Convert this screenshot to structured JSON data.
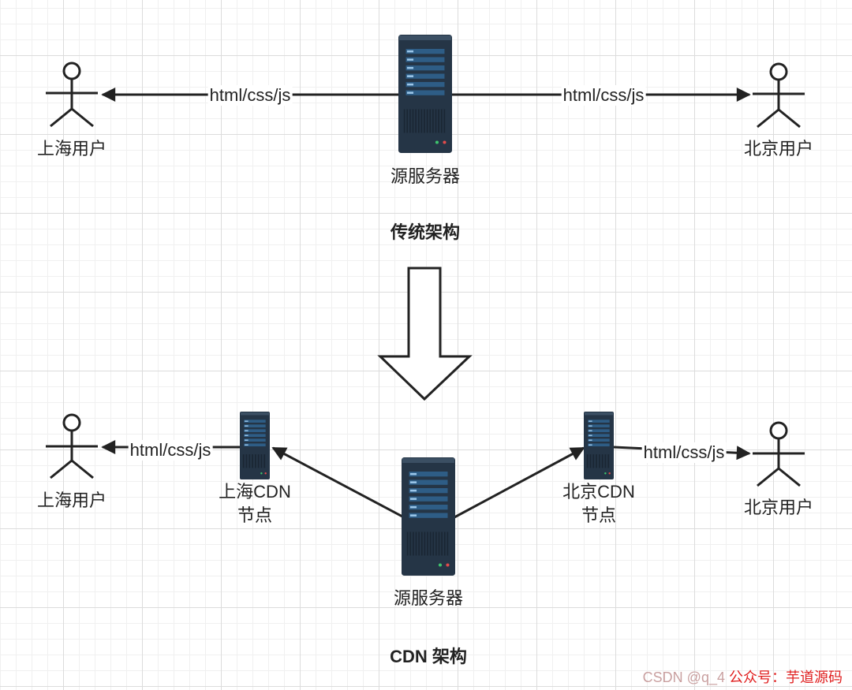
{
  "top": {
    "left_user": "上海用户",
    "right_user": "北京用户",
    "left_edge": "html/css/js",
    "right_edge": "html/css/js",
    "server": "源服务器",
    "caption": "传统架构"
  },
  "bottom": {
    "left_user": "上海用户",
    "right_user": "北京用户",
    "left_edge": "html/css/js",
    "right_edge": "html/css/js",
    "sh_node_line1": "上海CDN",
    "sh_node_line2": "节点",
    "bj_node_line1": "北京CDN",
    "bj_node_line2": "节点",
    "server": "源服务器",
    "caption": "CDN 架构"
  },
  "watermark": {
    "prefix": "CSDN @q_4",
    "text": "公众号：芋道源码"
  },
  "colors": {
    "server_body": "#253546",
    "server_panel": "#2e5d86",
    "line": "#222222"
  },
  "icons": [
    "user-stick-figure-icon",
    "server-rack-icon",
    "down-arrow-icon"
  ]
}
